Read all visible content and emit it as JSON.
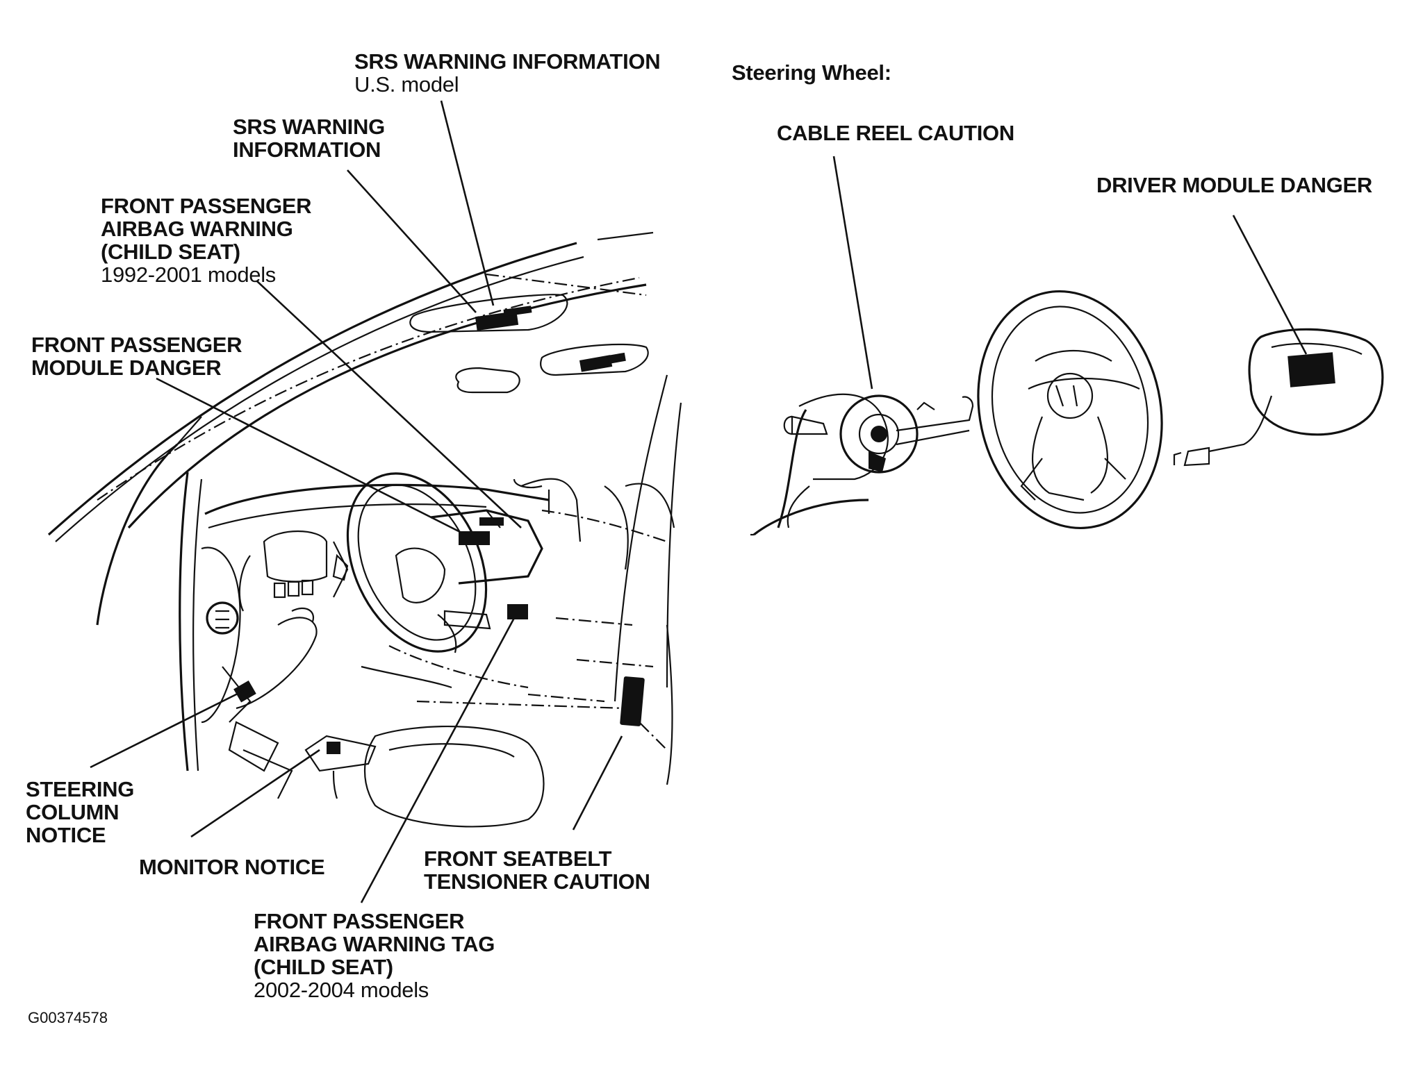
{
  "labels": {
    "srs_us": {
      "title": "SRS WARNING INFORMATION",
      "sub": "U.S. model"
    },
    "srs_info": {
      "line1": "SRS WARNING",
      "line2": "INFORMATION"
    },
    "front_pass_airbag": {
      "line1": "FRONT PASSENGER",
      "line2": "AIRBAG WARNING",
      "line3": "(CHILD SEAT)",
      "sub": "1992-2001 models"
    },
    "front_pass_module": {
      "line1": "FRONT PASSENGER",
      "line2": "MODULE DANGER"
    },
    "steering_column": {
      "line1": "STEERING",
      "line2": "COLUMN",
      "line3": "NOTICE"
    },
    "monitor_notice": {
      "text": "MONITOR NOTICE"
    },
    "seatbelt": {
      "line1": "FRONT SEATBELT",
      "line2": "TENSIONER CAUTION"
    },
    "airbag_tag": {
      "line1": "FRONT PASSENGER",
      "line2": "AIRBAG WARNING TAG",
      "line3": "(CHILD SEAT)",
      "sub": "2002-2004 models"
    },
    "steering_wheel": {
      "text": "Steering Wheel:"
    },
    "cable_reel": {
      "text": "CABLE REEL CAUTION"
    },
    "driver_module": {
      "text": "DRIVER MODULE DANGER"
    }
  },
  "reference_code": "G00374578",
  "colors": {
    "ink": "#111111",
    "paper": "#ffffff"
  }
}
